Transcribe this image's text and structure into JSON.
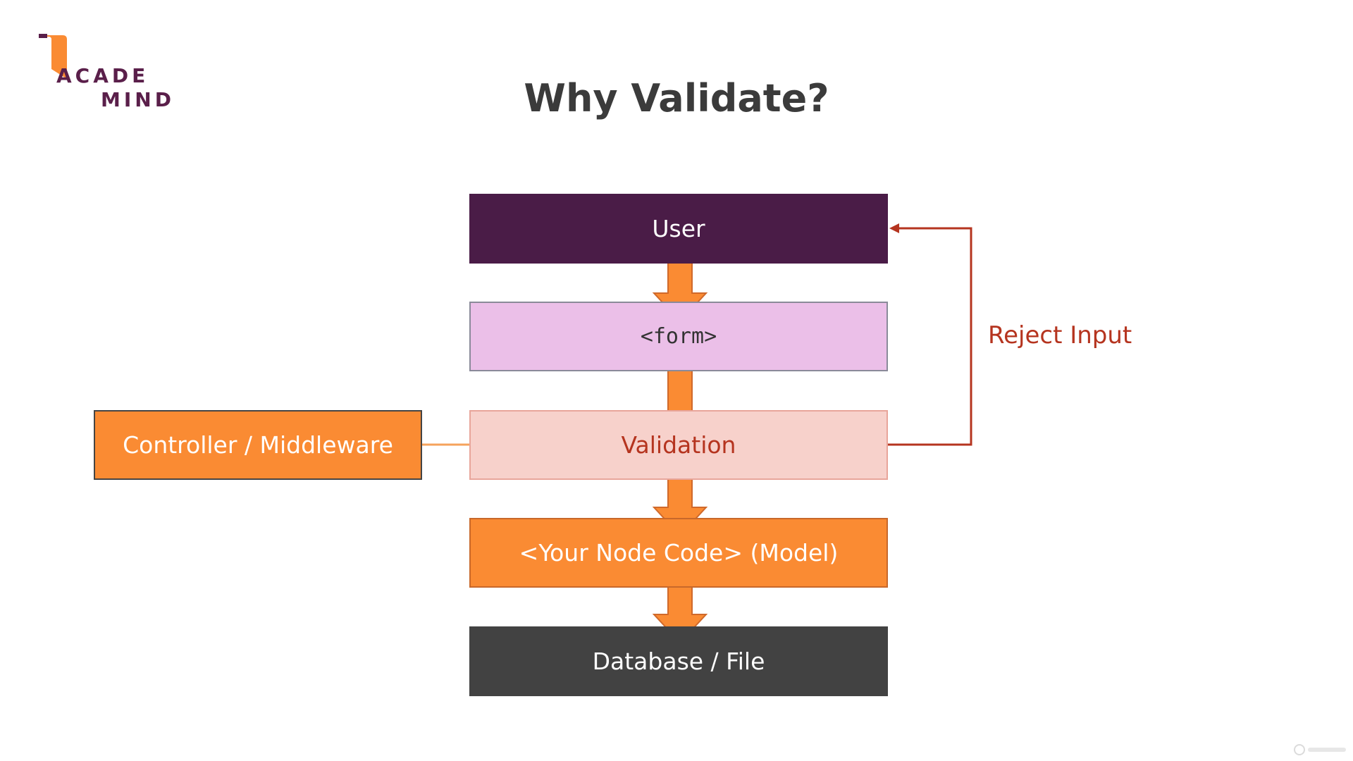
{
  "logo": {
    "line1": "ACADE",
    "line2": "MIND"
  },
  "title": "Why Validate?",
  "boxes": {
    "user": "User",
    "form": "<form>",
    "validation": "Validation",
    "node_code": "<Your Node Code> (Model)",
    "database": "Database / File",
    "controller": "Controller / Middleware"
  },
  "reject_label": "Reject Input",
  "colors": {
    "user": "#4a1c47",
    "form": "#ebbfe8",
    "validation": "#f7d1cb",
    "node_code": "#fa8b33",
    "database": "#424242",
    "arrow": "#fa8b33",
    "reject": "#b5341f"
  }
}
